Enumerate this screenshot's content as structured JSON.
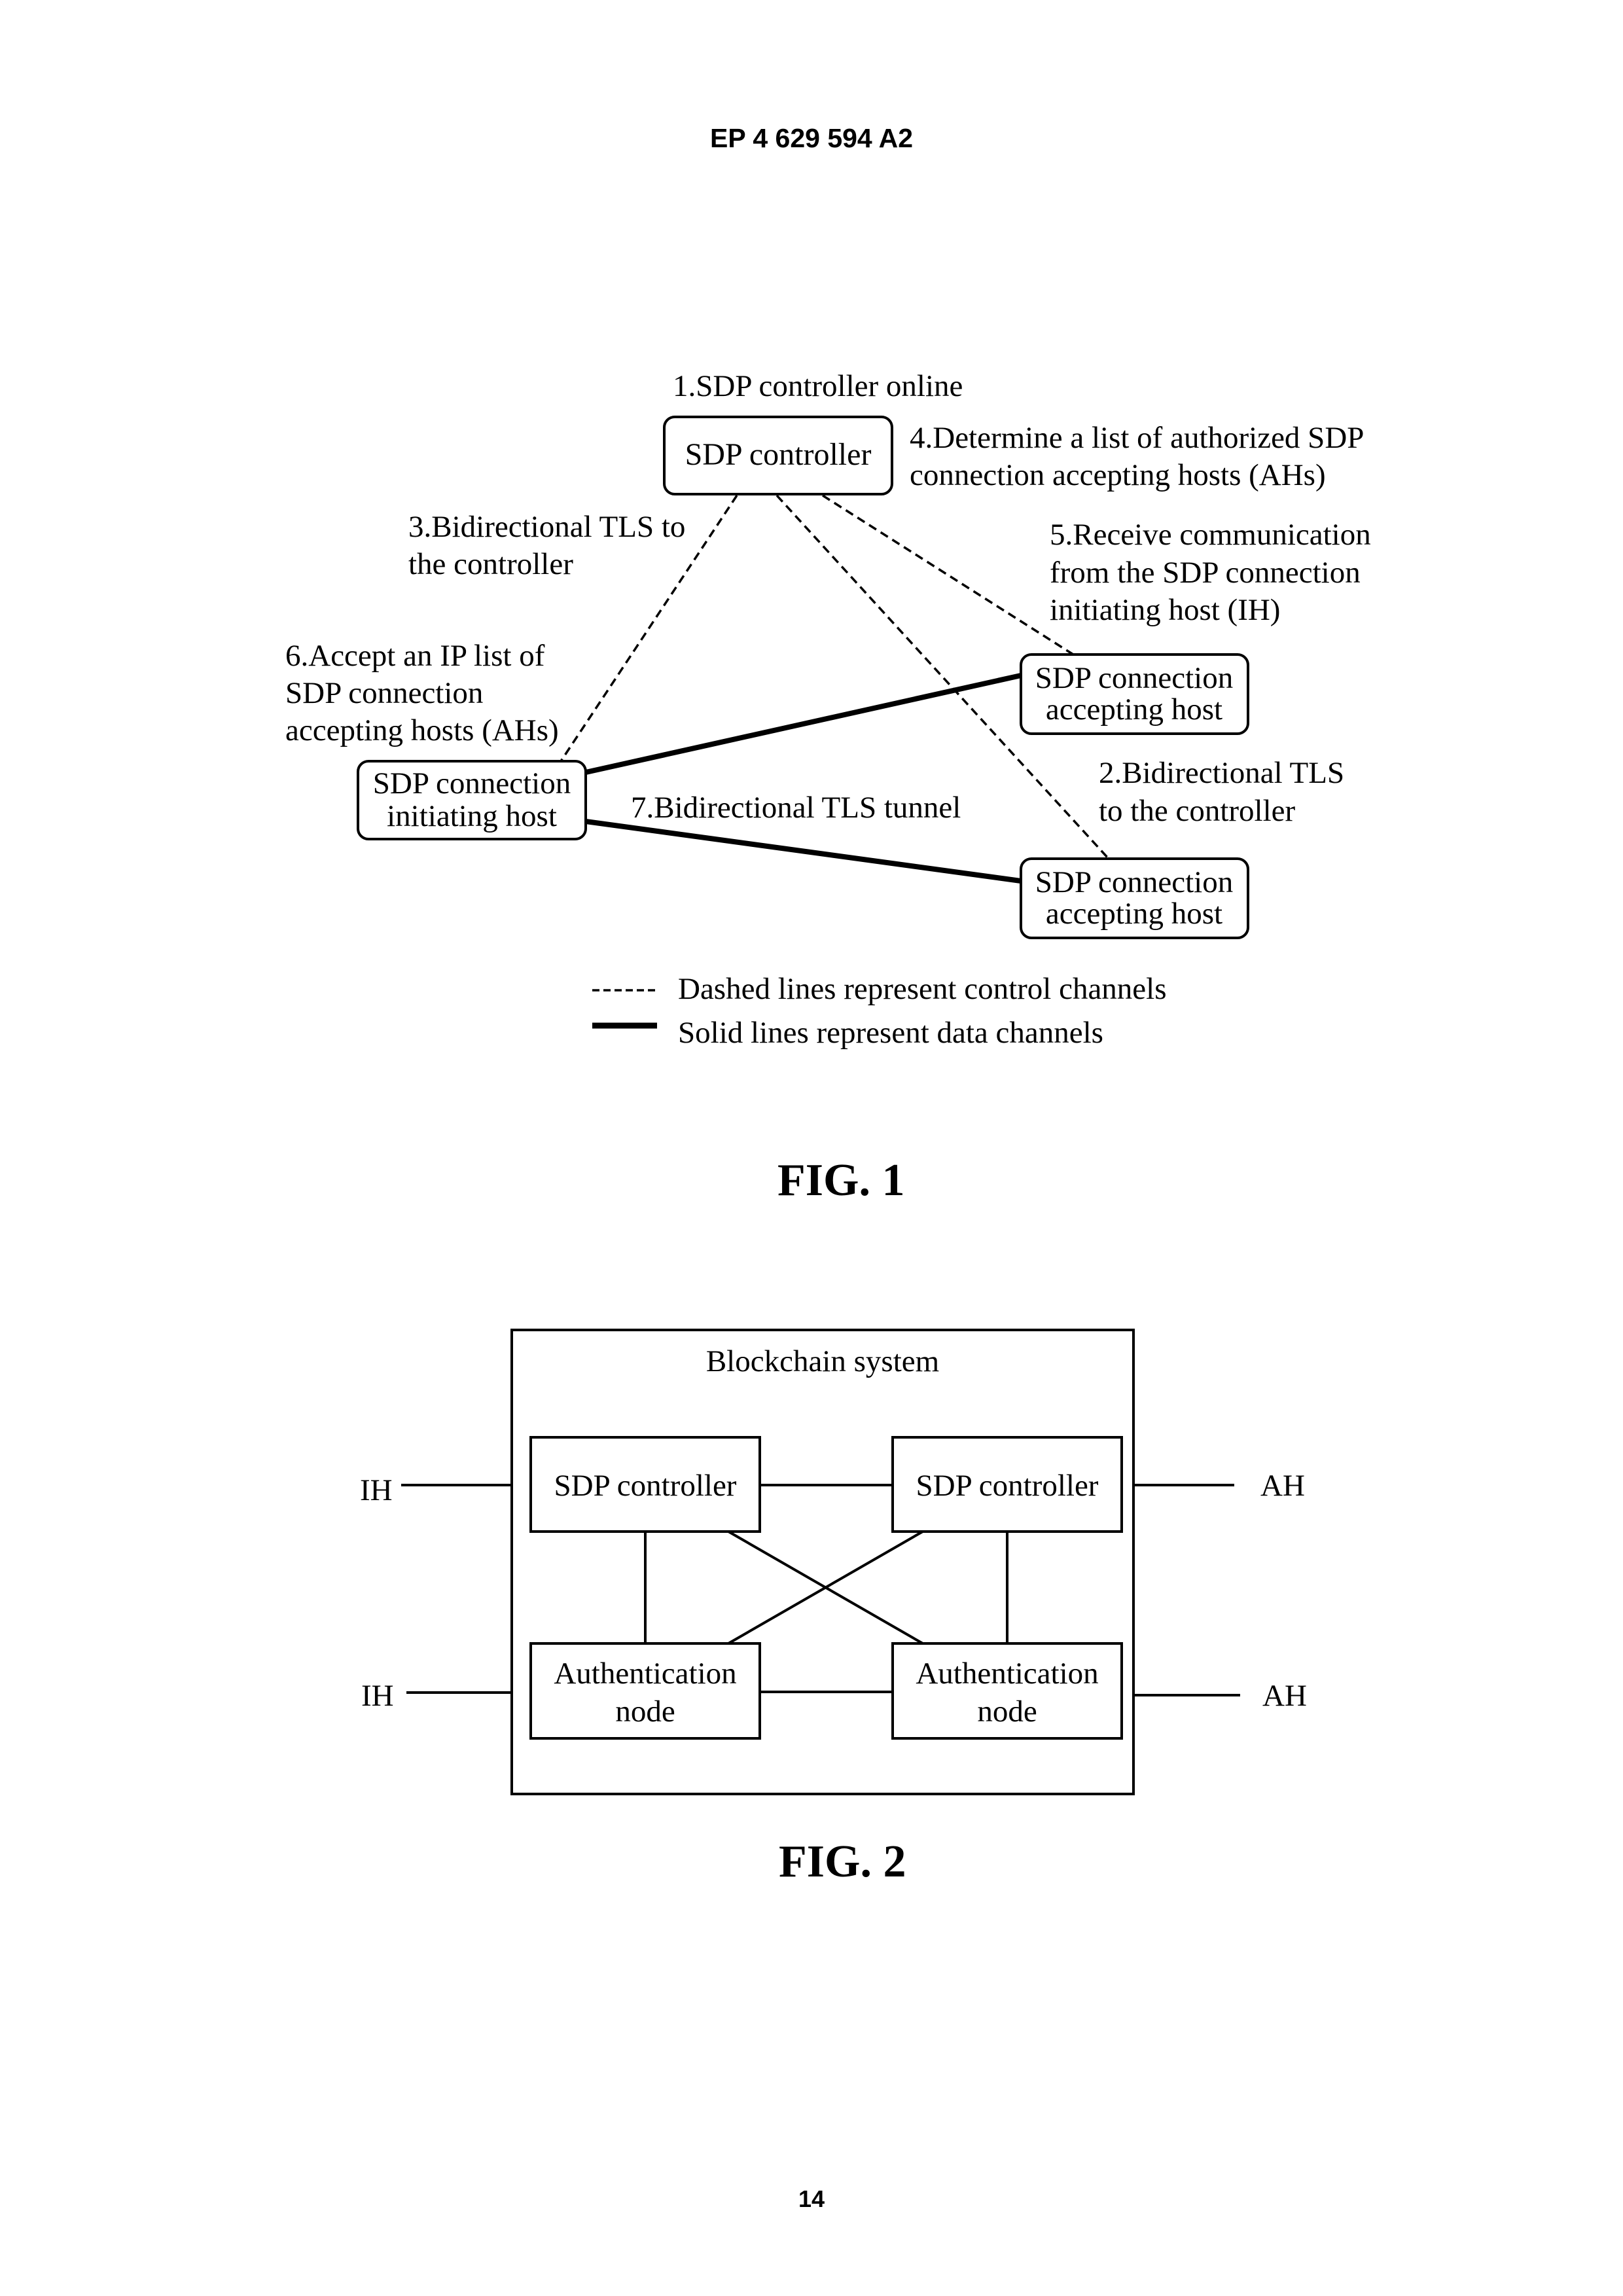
{
  "header": {
    "patent_number": "EP 4 629 594 A2"
  },
  "figure1": {
    "nodes": {
      "controller": "SDP controller",
      "initiating_host": [
        "SDP connection",
        "initiating host"
      ],
      "accepting_host_upper": [
        "SDP connection",
        "accepting host"
      ],
      "accepting_host_lower": [
        "SDP connection",
        "accepting host"
      ]
    },
    "steps": {
      "step1": [
        "1.SDP controller online"
      ],
      "step2": [
        "2.Bidirectional TLS",
        "to the controller"
      ],
      "step3": [
        "3.Bidirectional TLS to",
        "the controller"
      ],
      "step4": [
        "4.Determine a list of authorized SDP",
        "connection accepting hosts (AHs)"
      ],
      "step5": [
        "5.Receive communication",
        "from the SDP connection",
        "initiating host (IH)"
      ],
      "step6": [
        "6.Accept an IP list of",
        "SDP connection",
        "accepting hosts (AHs)"
      ],
      "step7": [
        "7.Bidirectional TLS tunnel"
      ]
    },
    "edges": [
      {
        "from": "controller",
        "to": "initiating_host",
        "type": "control"
      },
      {
        "from": "controller",
        "to": "accepting_host_upper",
        "type": "control"
      },
      {
        "from": "controller",
        "to": "accepting_host_lower",
        "type": "control"
      },
      {
        "from": "initiating_host",
        "to": "accepting_host_upper",
        "type": "data"
      },
      {
        "from": "initiating_host",
        "to": "accepting_host_lower",
        "type": "data"
      }
    ],
    "legend": {
      "dashed": "Dashed lines represent control channels",
      "solid": "Solid lines represent data channels"
    },
    "caption": "FIG. 1"
  },
  "figure2": {
    "container_label": "Blockchain system",
    "nodes": {
      "controller_left": "SDP controller",
      "controller_right": "SDP controller",
      "auth_left": [
        "Authentication",
        "node"
      ],
      "auth_right": [
        "Authentication",
        "node"
      ]
    },
    "external": {
      "left_top": "IH",
      "left_bottom": "IH",
      "right_top": "AH",
      "right_bottom": "AH"
    },
    "edges": [
      {
        "from": "IH",
        "to": "controller_left"
      },
      {
        "from": "IH",
        "to": "auth_left"
      },
      {
        "from": "controller_right",
        "to": "AH"
      },
      {
        "from": "auth_right",
        "to": "AH"
      },
      {
        "from": "controller_left",
        "to": "controller_right"
      },
      {
        "from": "auth_left",
        "to": "auth_right"
      },
      {
        "from": "controller_left",
        "to": "auth_left"
      },
      {
        "from": "controller_right",
        "to": "auth_right"
      },
      {
        "from": "controller_left",
        "to": "auth_right"
      },
      {
        "from": "controller_right",
        "to": "auth_left"
      }
    ],
    "caption": "FIG. 2"
  },
  "footer": {
    "page_number": "14"
  }
}
